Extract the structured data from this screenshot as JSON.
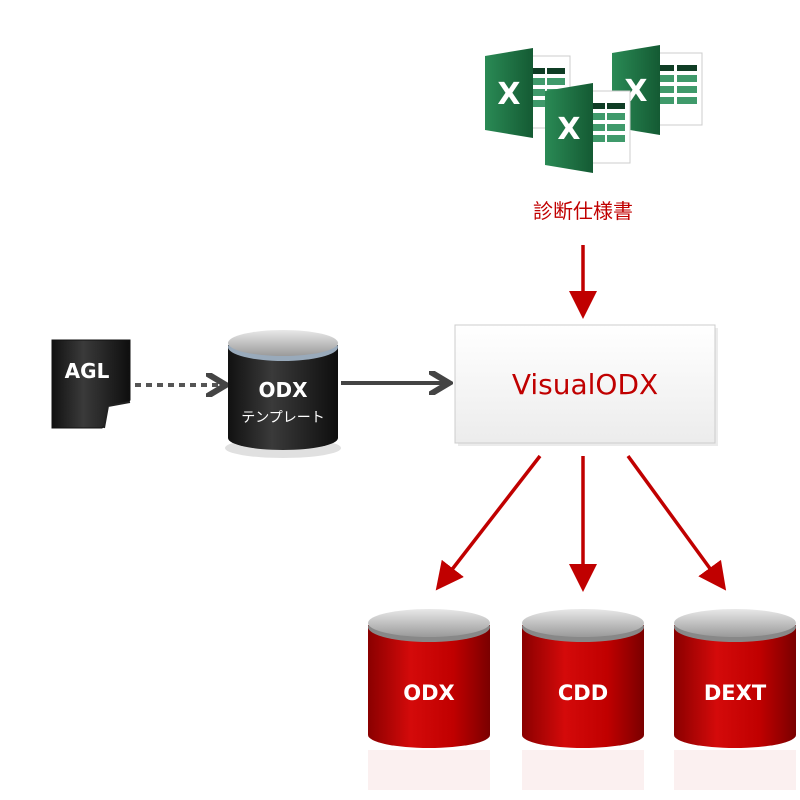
{
  "diagram": {
    "spec_label": "診断仕様書",
    "excel_letter": "X",
    "agl_label": "AGL",
    "template_db": {
      "line1": "ODX",
      "line2": "テンプレート"
    },
    "tool_label": "VisualODX",
    "outputs": [
      {
        "label": "ODX"
      },
      {
        "label": "CDD"
      },
      {
        "label": "DEXT"
      }
    ],
    "colors": {
      "accent": "#c00000",
      "excel_green": "#1e7145",
      "dark": "#2a2a2a"
    }
  }
}
